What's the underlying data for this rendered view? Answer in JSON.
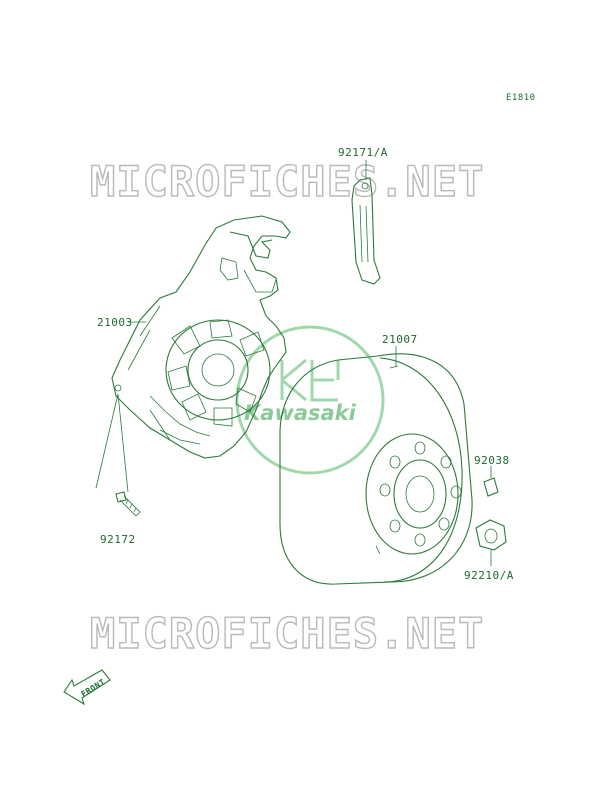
{
  "diagram_code": "E1810",
  "watermark_text": "MICROFICHES.NET",
  "brand_watermark": "Kawasaki",
  "front_arrow_label": "FRONT",
  "parts": [
    {
      "id": "92171/A"
    },
    {
      "id": "21003"
    },
    {
      "id": "21007"
    },
    {
      "id": "92038"
    },
    {
      "id": "92172"
    },
    {
      "id": "92210/A"
    }
  ],
  "colors": {
    "line": "#2a7a3b",
    "watermark": "#b9b9b9",
    "brand": "#54b866"
  }
}
